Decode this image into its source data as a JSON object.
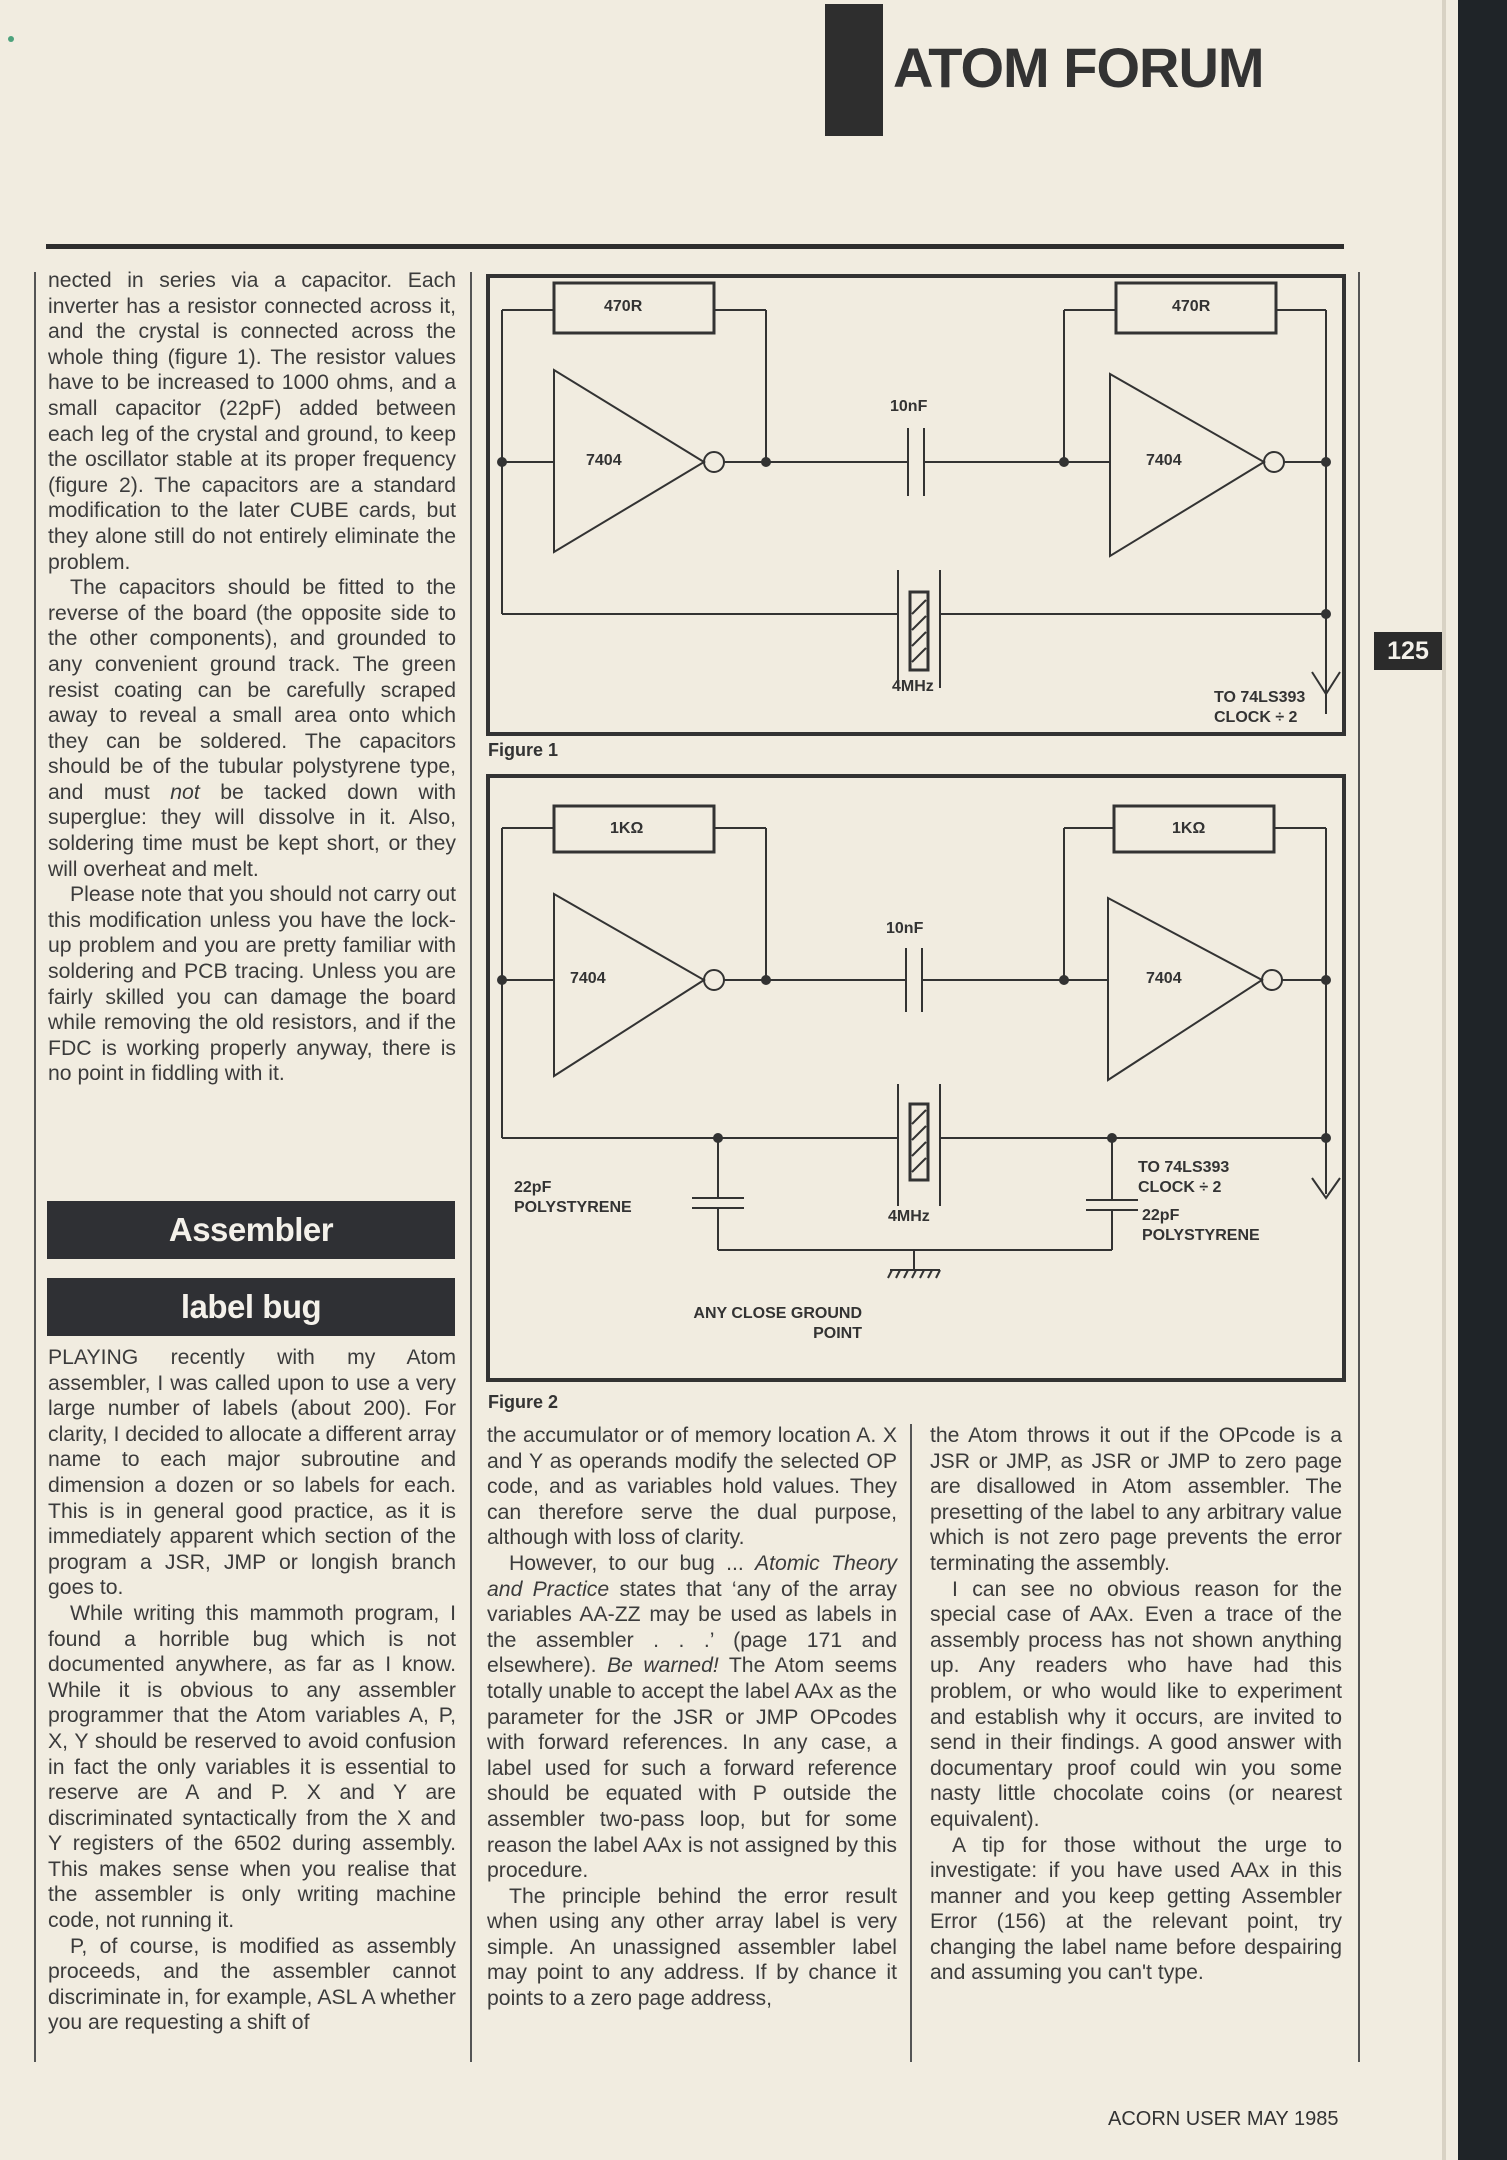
{
  "header": {
    "section_title": "ATOM FORUM"
  },
  "page_tab": {
    "page_number": "125"
  },
  "footer": {
    "publication": "ACORN USER MAY 1985"
  },
  "column1": {
    "paragraphs": [
      "nected in series via a capacitor. Each inverter has a resistor connected across it, and the crystal is connected across the whole thing (figure 1). The resistor values have to be increased to 1000 ohms, and a small capacitor (22pF) added between each leg of the crystal and ground, to keep the oscillator stable at its proper frequency (figure 2). The capacitors are a standard modification to the later CUBE cards, but they alone still do not entirely eliminate the problem.",
      "The capacitors should be fitted to the reverse of the board (the opposite side to the other components), and grounded to any convenient ground track. The green resist coating can be carefully scraped away to reveal a small area onto which they can be soldered. The capacitors should be of the tubular polystyrene type, and must",
      "not",
      "be tacked down with superglue: they will dissolve in it. Also, soldering time must be kept short, or they will overheat and melt.",
      "Please note that you should not carry out this modification unless you have the lock-up problem and you are pretty familiar with soldering and PCB tracing. Unless you are fairly skilled you can damage the board while removing the old resistors, and if the FDC is working properly anyway, there is no point in fiddling with it."
    ]
  },
  "article2": {
    "headline_line1": "Assembler",
    "headline_line2": "label bug",
    "col1_paragraphs": [
      "PLAYING recently with my Atom assembler, I was called upon to use a very large number of labels (about 200). For clarity, I decided to allocate a different array name to each major subroutine and dimension a dozen or so labels for each. This is in general good practice, as it is immediately apparent which section of the program a JSR, JMP or longish branch goes to.",
      "While writing this mammoth program, I found a horrible bug which is not documented anywhere, as far as I know. While it is obvious to any assembler programmer that the Atom variables A, P, X, Y should be reserved to avoid confusion in fact the only variables it is essential to reserve are A and P. X and Y are discriminated syntactically from the X and Y registers of the 6502 during assembly. This makes sense when you realise that the assembler is only writing machine code, not running it.",
      "P, of course, is modified as assembly proceeds, and the assembler cannot discriminate in, for example, ASL A whether you are requesting a shift of"
    ],
    "col2": {
      "p1": "the accumulator or of memory location A. X and Y as operands modify the selected OP code, and as variables hold values. They can therefore serve the dual purpose, although with loss of clarity.",
      "p2_a": "However, to our bug ... ",
      "p2_em1": "Atomic Theory and Practice",
      "p2_b": " states that ‘any of the array variables AA-ZZ may be used as labels in the assembler . . .’ (page 171 and elsewhere). ",
      "p2_em2": "Be warned!",
      "p2_c": " The Atom seems totally unable to accept the label AAx as the parameter for the JSR or JMP OPcodes with forward references. In any case, a label used for such a forward reference should be equated with P outside the assembler two-pass loop, but for some reason the label AAx is not assigned by this procedure.",
      "p3": "The principle behind the error result when using any other array label is very simple. An unassigned assembler label may point to any address. If by chance it points to a zero page address,"
    },
    "col3_paragraphs": [
      "the Atom throws it out if the OPcode is a JSR or JMP, as JSR or JMP to zero page are disallowed in Atom assembler. The presetting of the label to any arbitrary value which is not zero page prevents the error terminating the assembly.",
      "I can see no obvious reason for the special case of AAx. Even a trace of the assembly process has not shown anything up. Any readers who have had this problem, or who would like to experiment and establish why it occurs, are invited to send in their findings. A good answer with documentary proof could win you some nasty little chocolate coins (or nearest equivalent).",
      "A tip for those without the urge to investigate: if you have used AAx in this manner and you keep getting Assembler Error (156) at the relevant point, try changing the label name before despairing and assuming you can't type."
    ]
  },
  "figure1": {
    "caption": "Figure 1",
    "resistor_left": "470R",
    "resistor_right": "470R",
    "inverter_left": "7404",
    "inverter_right": "7404",
    "coupling_cap": "10nF",
    "crystal": "4MHz",
    "output_line1": "TO 74LS393",
    "output_line2": "CLOCK ÷ 2"
  },
  "figure2": {
    "caption": "Figure 2",
    "resistor_left": "1KΩ",
    "resistor_right": "1KΩ",
    "inverter_left": "7404",
    "inverter_right": "7404",
    "coupling_cap": "10nF",
    "crystal": "4MHz",
    "cap_left_line1": "22pF",
    "cap_left_line2": "POLYSTYRENE",
    "cap_right_line1": "22pF",
    "cap_right_line2": "POLYSTYRENE",
    "output_line1": "TO 74LS393",
    "output_line2": "CLOCK ÷ 2",
    "ground_line1": "ANY CLOSE GROUND",
    "ground_line2": "POINT"
  }
}
